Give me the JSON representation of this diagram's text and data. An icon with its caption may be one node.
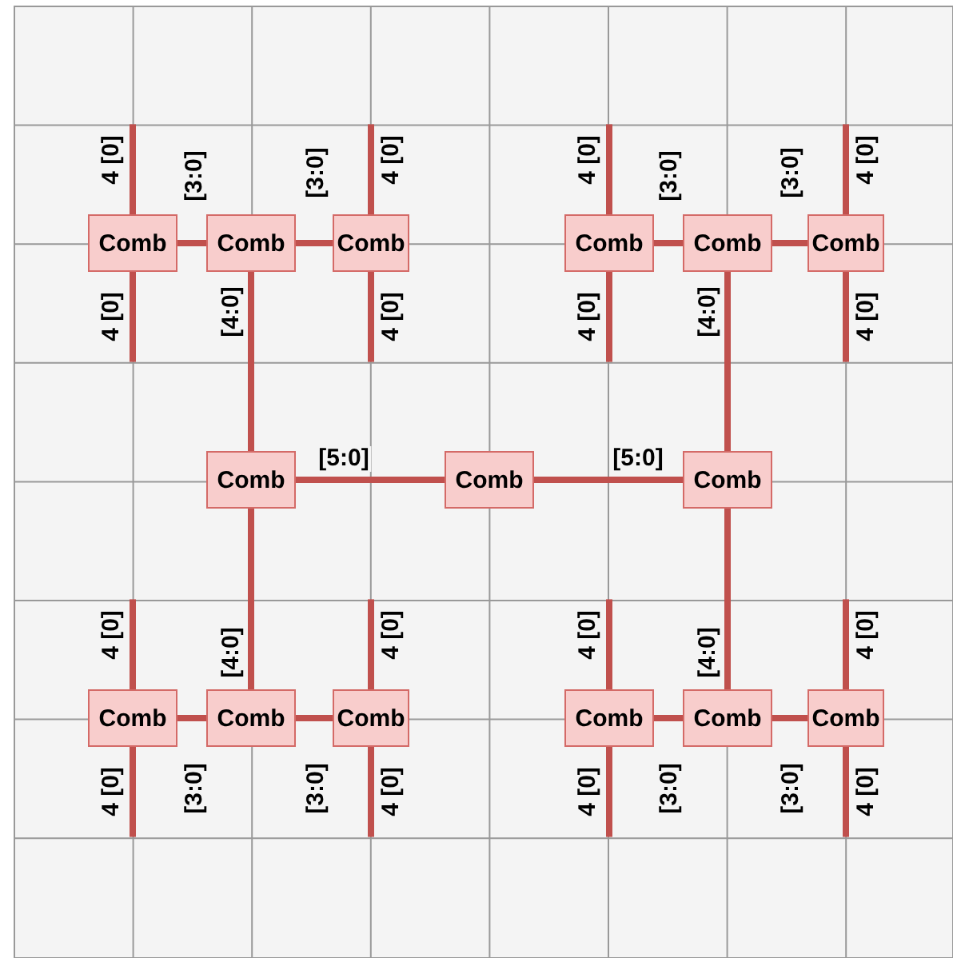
{
  "diagram": {
    "nodes": [
      {
        "text": [
          "Comb"
        ]
      },
      {
        "text": [
          "Comb"
        ]
      },
      {
        "text": [
          "Comb"
        ]
      },
      {
        "text": [
          "Comb"
        ]
      },
      {
        "text": [
          "Comb"
        ]
      },
      {
        "text": [
          "Comb"
        ]
      },
      {
        "text": [
          "Comb"
        ]
      },
      {
        "text": [
          "Comb"
        ]
      },
      {
        "text": [
          "Comb"
        ]
      },
      {
        "text": [
          "Comb"
        ]
      },
      {
        "text": [
          "Comb"
        ]
      },
      {
        "text": [
          "Comb"
        ]
      },
      {
        "text": [
          "Comb"
        ]
      },
      {
        "text": [
          "Comb"
        ]
      },
      {
        "text": [
          "Comb"
        ]
      }
    ],
    "edges": [
      {
        "from": 0,
        "to": 1,
        "arrow": "none",
        "label": "[3:0]"
      },
      {
        "from": 1,
        "to": 2,
        "arrow": "none",
        "label": "[3:0]"
      },
      {
        "from": 3,
        "to": 4,
        "arrow": "none",
        "label": "[3:0]"
      },
      {
        "from": 4,
        "to": 5,
        "arrow": "none",
        "label": "[3:0]"
      },
      {
        "from": 1,
        "to": 6,
        "arrow": "none",
        "label": "[4:0]"
      },
      {
        "from": 4,
        "to": 8,
        "arrow": "none",
        "label": "[4:0]"
      },
      {
        "from": 6,
        "to": 7,
        "arrow": "none",
        "label": "[5:0]"
      },
      {
        "from": 7,
        "to": 8,
        "arrow": "none",
        "label": "[5:0]"
      },
      {
        "from": 6,
        "to": 10,
        "arrow": "none",
        "label": "[4:0]"
      },
      {
        "from": 8,
        "to": 13,
        "arrow": "none",
        "label": "[4:0]"
      },
      {
        "from": 9,
        "to": 10,
        "arrow": "none",
        "label": "[3:0]"
      },
      {
        "from": 10,
        "to": 11,
        "arrow": "none",
        "label": "[3:0]"
      },
      {
        "from": 12,
        "to": 13,
        "arrow": "none",
        "label": "[3:0]"
      },
      {
        "from": 13,
        "to": 14,
        "arrow": "none",
        "label": "[3:0]"
      },
      {
        "from": 0,
        "to": null,
        "arrow": "none",
        "label": "4 [0]"
      },
      {
        "from": 0,
        "to": null,
        "arrow": "none",
        "label": "4 [0]"
      },
      {
        "from": 2,
        "to": null,
        "arrow": "none",
        "label": "4 [0]"
      },
      {
        "from": 2,
        "to": null,
        "arrow": "none",
        "label": "4 [0]"
      },
      {
        "from": 3,
        "to": null,
        "arrow": "none",
        "label": "4 [0]"
      },
      {
        "from": 3,
        "to": null,
        "arrow": "none",
        "label": "4 [0]"
      },
      {
        "from": 5,
        "to": null,
        "arrow": "none",
        "label": "4 [0]"
      },
      {
        "from": 5,
        "to": null,
        "arrow": "none",
        "label": "4 [0]"
      },
      {
        "from": 9,
        "to": null,
        "arrow": "none",
        "label": "4 [0]"
      },
      {
        "from": 9,
        "to": null,
        "arrow": "none",
        "label": "4 [0]"
      },
      {
        "from": 11,
        "to": null,
        "arrow": "none",
        "label": "4 [0]"
      },
      {
        "from": 11,
        "to": null,
        "arrow": "none",
        "label": "4 [0]"
      },
      {
        "from": 12,
        "to": null,
        "arrow": "none",
        "label": "4 [0]"
      },
      {
        "from": 12,
        "to": null,
        "arrow": "none",
        "label": "4 [0]"
      },
      {
        "from": 14,
        "to": null,
        "arrow": "none",
        "label": "4 [0]"
      },
      {
        "from": 14,
        "to": null,
        "arrow": "none",
        "label": "4 [0]"
      }
    ]
  }
}
